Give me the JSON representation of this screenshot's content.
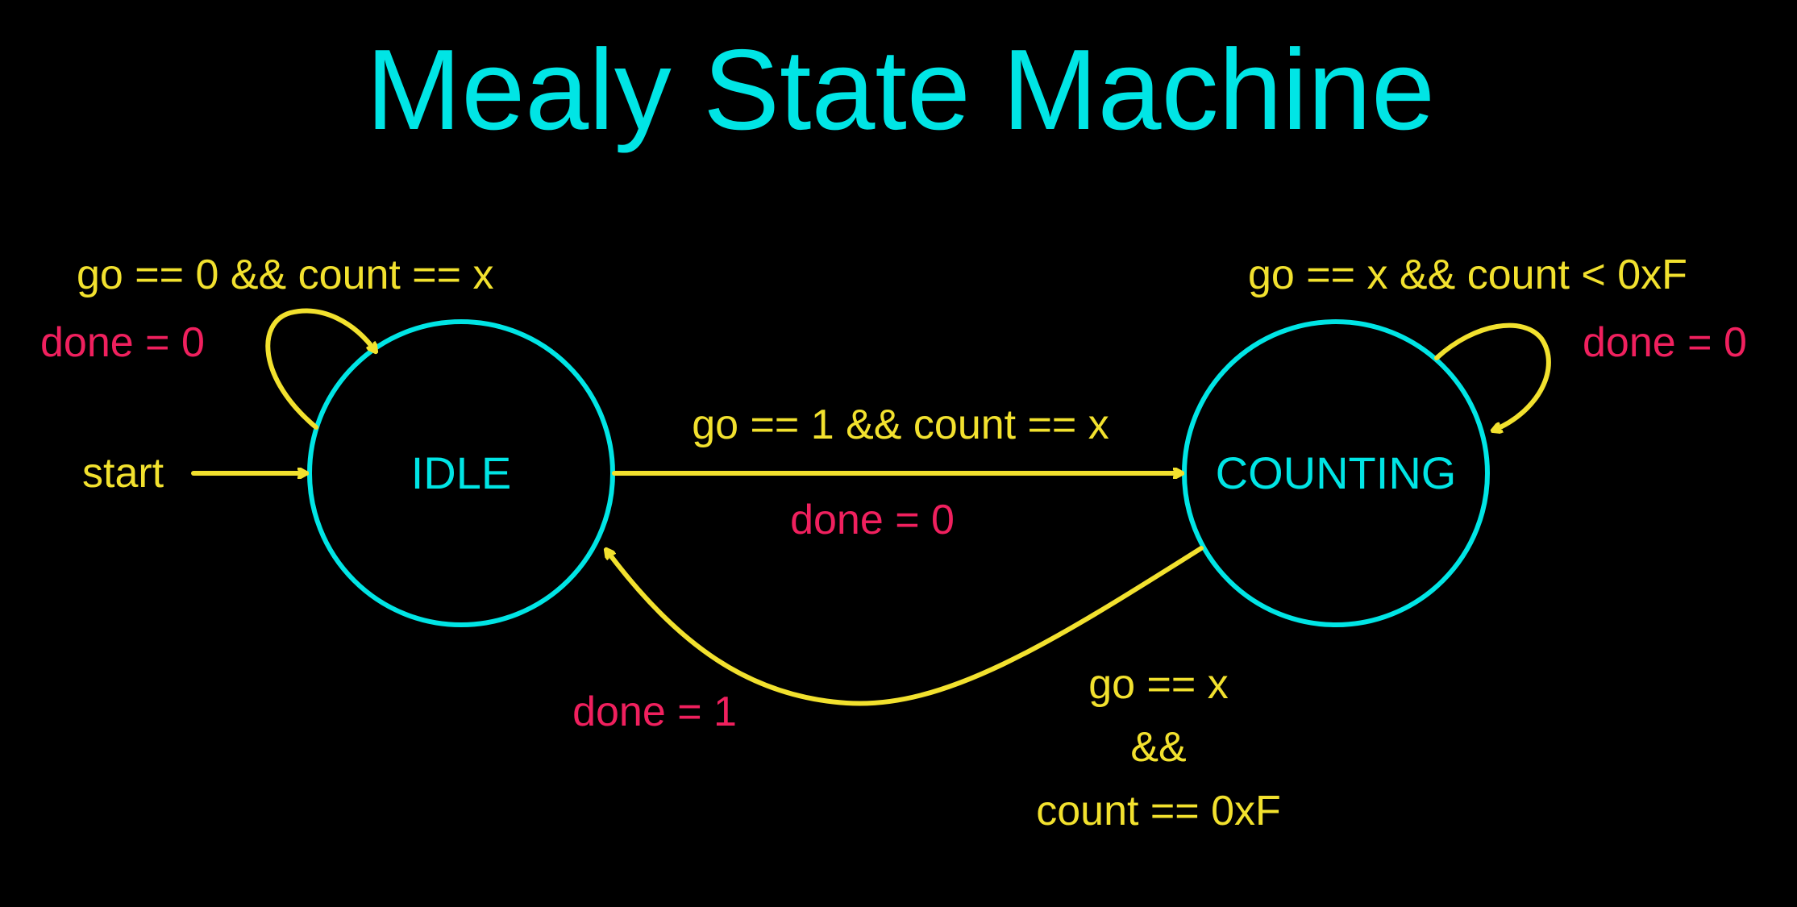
{
  "title": "Mealy State Machine",
  "colors": {
    "background": "#000000",
    "state": "#00E5E5",
    "condition": "#F2E12E",
    "output": "#F0205E"
  },
  "states": {
    "idle": {
      "label": "IDLE"
    },
    "counting": {
      "label": "COUNTING"
    }
  },
  "start_label": "start",
  "transitions": {
    "idle_self": {
      "condition": "go == 0 && count == x",
      "output": "done = 0"
    },
    "counting_self": {
      "condition": "go == x && count < 0xF",
      "output": "done = 0"
    },
    "idle_to_counting": {
      "condition": "go == 1 && count == x",
      "output": "done = 0"
    },
    "counting_to_idle": {
      "condition_lines": [
        "go == x",
        "&&",
        "count == 0xF"
      ],
      "output": "done = 1"
    }
  }
}
